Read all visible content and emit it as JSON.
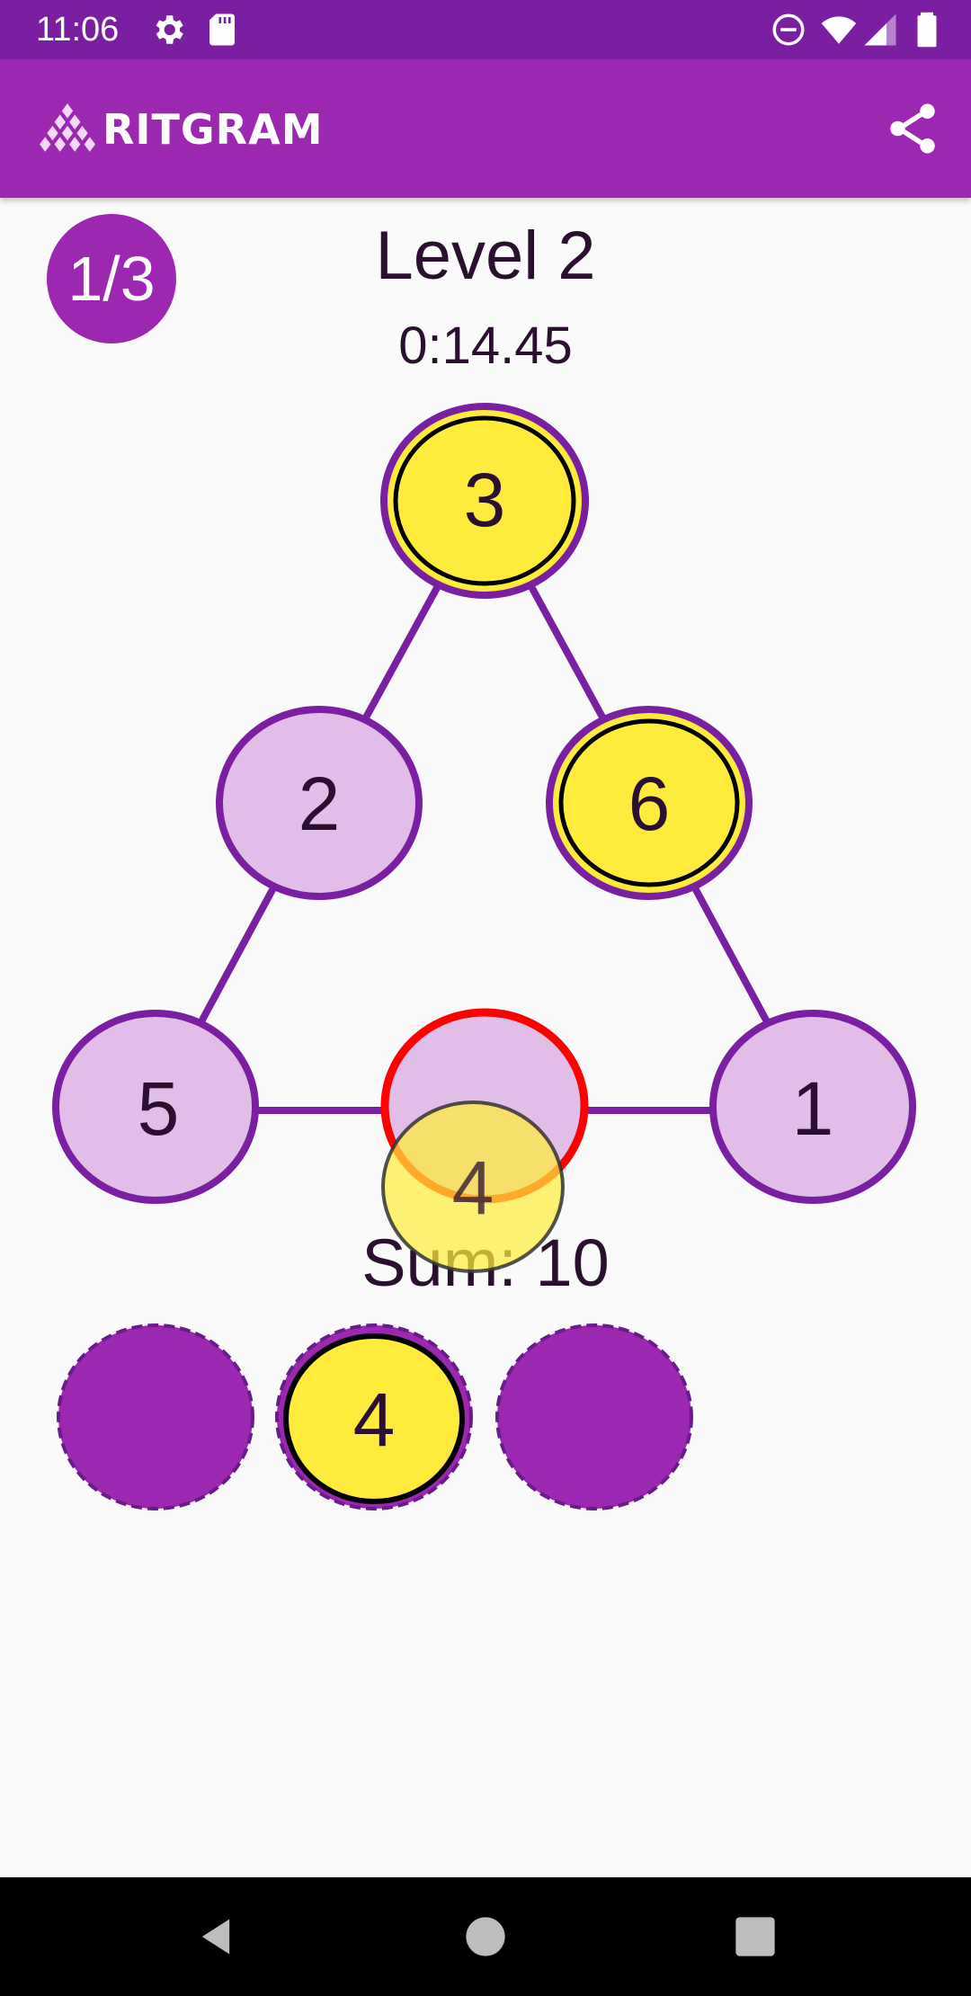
{
  "status_bar": {
    "time": "11:06",
    "left_icons": [
      "settings-icon",
      "sd-card-icon"
    ],
    "right_icons": [
      "do-not-disturb-icon",
      "wifi-icon",
      "signal-icon",
      "battery-icon"
    ]
  },
  "app_bar": {
    "title": "RITGRAM",
    "share_icon": "share-icon"
  },
  "game": {
    "progress": "1/3",
    "level_title": "Level 2",
    "timer": "0:14.45",
    "sum_label": "Sum: 10",
    "nodes": [
      {
        "id": "top",
        "value": "3",
        "state": "placed"
      },
      {
        "id": "mid-left",
        "value": "2",
        "state": "fixed"
      },
      {
        "id": "mid-right",
        "value": "6",
        "state": "placed"
      },
      {
        "id": "bottom-left",
        "value": "5",
        "state": "fixed"
      },
      {
        "id": "bottom-middle",
        "value": "",
        "state": "highlighted-empty"
      },
      {
        "id": "bottom-right",
        "value": "1",
        "state": "fixed"
      }
    ],
    "dragging_token": {
      "value": "4"
    },
    "tray_slots": [
      {
        "value": ""
      },
      {
        "value": "4"
      },
      {
        "value": ""
      }
    ]
  },
  "colors": {
    "status_bar": "#7b1fa2",
    "app_bar": "#9c27b0",
    "node_fixed_fill": "#e1bee7",
    "node_border": "#7b1fa2",
    "placed_fill": "#ffeb3b",
    "highlight_ring": "#ff0000",
    "tray_fill": "#9c27b0"
  },
  "nav_bar": {
    "icons": [
      "back-icon",
      "home-icon",
      "recents-icon"
    ]
  }
}
